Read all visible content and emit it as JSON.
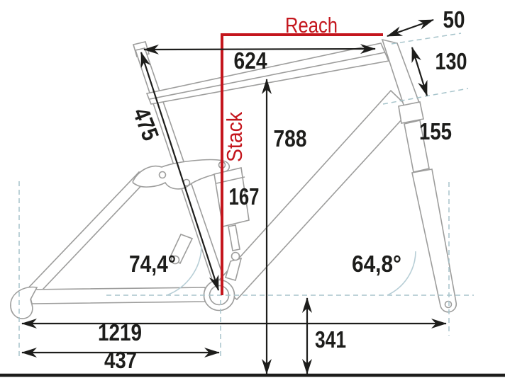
{
  "colors": {
    "accent_red": "#c4161d",
    "dimension_black": "#1d1d1b",
    "frame_outline_gray": "#9d9d9c",
    "guide_dash_teal": "#a7c4cb",
    "angle_arc_blue": "#b7ced6",
    "background": "#ffffff"
  },
  "labels": {
    "reach": "Reach",
    "stack": "Stack",
    "top_tube_horizontal": "624",
    "seat_tube_length": "475",
    "total_height": "788",
    "shock_length": "167",
    "stem_length": "50",
    "head_tube_length": "130",
    "fork_segment": "155",
    "seat_tube_angle": "74,4°",
    "head_tube_angle": "64,8°",
    "wheelbase": "1219",
    "chainstay_length": "437",
    "bb_height": "341"
  }
}
